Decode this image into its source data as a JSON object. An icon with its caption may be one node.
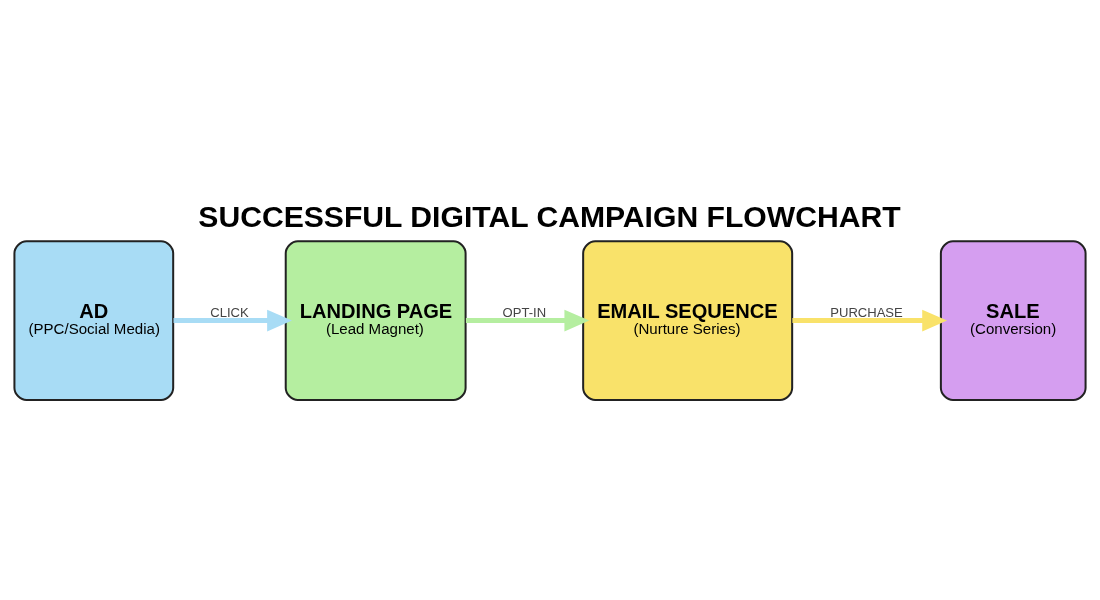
{
  "diagram": {
    "title": "SUCCESSFUL DIGITAL CAMPAIGN FLOWCHART",
    "nodes": [
      {
        "text": [
          "AD",
          "(PPC/Social Media)"
        ]
      },
      {
        "text": [
          "LANDING PAGE",
          "(Lead Magnet)"
        ]
      },
      {
        "text": [
          "EMAIL SEQUENCE",
          "(Nurture Series)"
        ]
      },
      {
        "text": [
          "SALE",
          "(Conversion)"
        ]
      }
    ],
    "edges": [
      {
        "from": 0,
        "to": 1,
        "arrow": "to",
        "label": "CLICK",
        "color": "#a8dcf5"
      },
      {
        "from": 1,
        "to": 2,
        "arrow": "to",
        "label": "OPT-IN",
        "color": "#b5eea0"
      },
      {
        "from": 2,
        "to": 3,
        "arrow": "to",
        "label": "PURCHASE",
        "color": "#f9e26a"
      }
    ]
  }
}
